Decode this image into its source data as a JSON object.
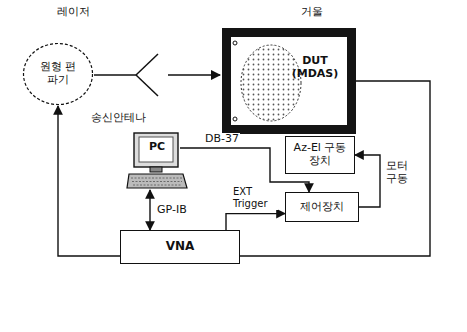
{
  "diagram": {
    "nodes": [
      {
        "text": [
          "원형 편파기"
        ]
      },
      {
        "text": [
          "DUT (MDAS)"
        ]
      },
      {
        "text": [
          "Az-El 구동장치"
        ]
      },
      {
        "text": [
          "PC"
        ]
      },
      {
        "text": [
          "제어장치"
        ]
      },
      {
        "text": [
          "VNA"
        ]
      }
    ],
    "edges": [
      {
        "from": 5,
        "to": 0,
        "arrow": "to"
      },
      {
        "from": 1,
        "to": 5,
        "arrow": "none"
      },
      {
        "from": 4,
        "to": 2,
        "arrow": "to",
        "label": "모터 구동"
      },
      {
        "from": 3,
        "to": 4,
        "arrow": "to",
        "label": "DB-37"
      },
      {
        "from": 3,
        "to": 5,
        "arrow": "both",
        "label": "GP-IB"
      },
      {
        "from": 5,
        "to": 4,
        "arrow": "to",
        "label": "EXT Trigger"
      }
    ],
    "labels": [
      "레이저",
      "거울",
      "송신안테나"
    ]
  }
}
